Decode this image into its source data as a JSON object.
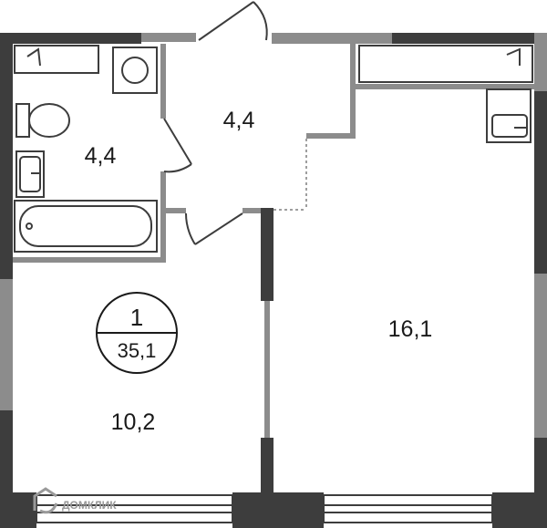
{
  "plan": {
    "rooms": [
      {
        "id": "bathroom",
        "label": "4,4"
      },
      {
        "id": "hall",
        "label": "4,4"
      },
      {
        "id": "kitchen",
        "label": "10,2"
      },
      {
        "id": "living",
        "label": "16,1"
      }
    ],
    "badge": {
      "rooms_count": "1",
      "total_area": "35,1"
    },
    "watermark": "ДОМКЛИК",
    "colors": {
      "wall": "#3d3d3d",
      "partition": "#8c8c8c",
      "fixture": "#3d3d3d",
      "window": "#3d3d3d"
    }
  }
}
